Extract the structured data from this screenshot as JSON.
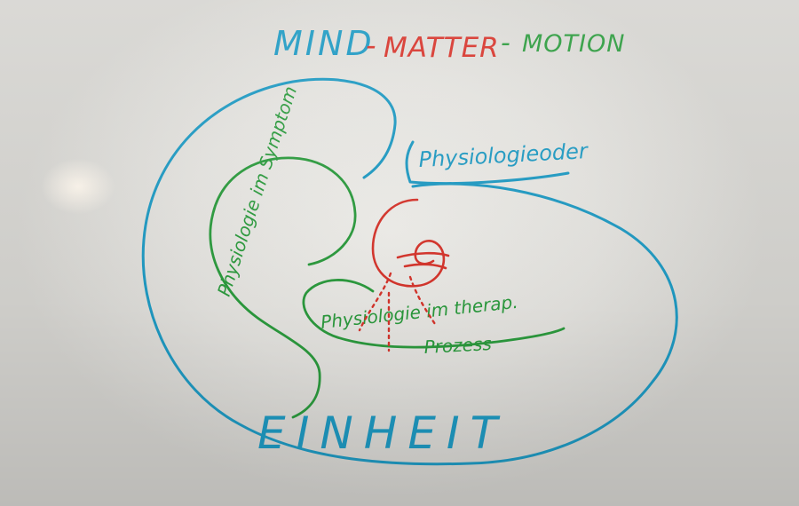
{
  "title": {
    "mind": "MIND",
    "dash1": "-",
    "matter": "MATTER",
    "dash2": "-",
    "motion": "MOTION"
  },
  "labels": {
    "physiologie_oder": "Physiologieoder",
    "physiologie_im_symptom": "Physiologie im Symptom",
    "physiologie_im_therap": "Physiologie im therap.",
    "prozess": "Prozess",
    "einheit": "EINHEIT"
  },
  "colors": {
    "blue": "#1f9bc4",
    "red": "#d8352c",
    "green": "#2c9c3e",
    "board": "#e6e5e1"
  }
}
